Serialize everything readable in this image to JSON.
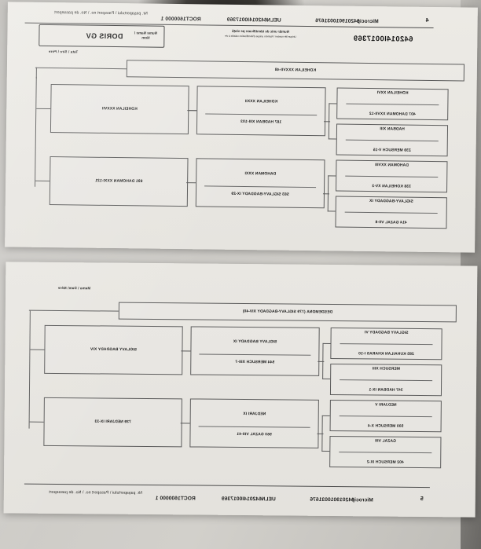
{
  "document": {
    "type": "horse-passport-pedigree",
    "top_page": {
      "page_number": "4",
      "header": {
        "passport_label": "Nr. pașaportului \\ Passport no. \\ No. de passeport",
        "passport_number": "ROCT1600000 1",
        "ueln_label": "UELN",
        "ueln_number": "642014I0017369",
        "microchip_label": "Microcip",
        "microchip_number": "642019010031676",
        "name_label": "Nume\nName / Nom",
        "name_value": "DORIS GV",
        "unique_id_label": "Număr unic de identificare pe viață",
        "unique_id_sub": "Unique life number \\ Numéro unique d'identification valable à vie",
        "unique_id_value": "642014I0017369",
        "parent_label": "Tata \\ Sire \\ Père"
      },
      "pedigree": {
        "root": "KOHEILAN XXXVII-48",
        "generation2": [
          {
            "label": "KOHEILAN XXXVII"
          },
          {
            "label": "691 DAHOMAN XXXI-121"
          }
        ],
        "generation3": [
          {
            "label": "KOHEILAN XXXII",
            "sub": "187 HADBAN XIII-103"
          },
          {
            "label": "DAHOMAN XXXI",
            "sub": "583 SIGLAVY-BAGDADY IX-29"
          }
        ],
        "generation4": [
          {
            "top": "KOHEILAN XXVI",
            "bottom": "407 DAHOMAN XXVII-12"
          },
          {
            "top": "HADBAN XIII",
            "bottom": "239 MERSUCH V-15"
          },
          {
            "top": "DAHOMAN XXVIII",
            "bottom": "338 KOHEILAN XV-3"
          },
          {
            "top": "SIGLAVY-BAGDADY IX",
            "bottom": "414 GAZAL VII-8"
          }
        ]
      }
    },
    "bottom_page": {
      "page_number": "5",
      "footer": {
        "passport_label": "Nr. pașaportului \\ Passport no. \\ No. de passeport",
        "passport_number": "ROCT1600000 1",
        "ueln_label": "UELN",
        "ueln_number": "642014I0017369",
        "microchip_label": "Microcip",
        "microchip_number": "642019010031676"
      },
      "parent_label": "Mama \\ Dam\\ Mère",
      "pedigree": {
        "root": "DESDEMONA (779 SIGLAVY-BAGDADY XIV-40)",
        "generation2": [
          {
            "label": "SIGLAVY BAGDADY XIV"
          },
          {
            "label": "739 NEDJARI IX-33"
          }
        ],
        "generation3": [
          {
            "label": "SIGLAVY BAGDADY IX",
            "sub": "544 MERSUCH XIII-7"
          },
          {
            "label": "NEDJARI IX",
            "sub": "563 GAZAL VIII-41"
          }
        ],
        "generation4": [
          {
            "top": "SIGLAVY BAGDADY VI",
            "bottom": "285 KUHAILAN KHARAS I-10"
          },
          {
            "top": "MERSUCH XIII",
            "bottom": "347 HADBAN IX-1"
          },
          {
            "top": "NEDJARI V",
            "bottom": "500 MERSUCH X-4"
          },
          {
            "top": "GAZAL VIII",
            "bottom": "402 MERSUCH IX-2"
          }
        ]
      }
    }
  }
}
